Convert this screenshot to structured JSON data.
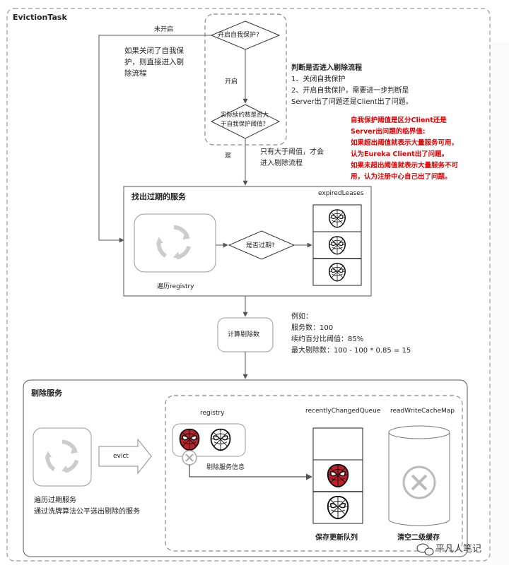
{
  "task": {
    "title": "EvictionTask"
  },
  "self_protect": {
    "decision1": "开启自我保护?",
    "not_enabled_label": "未开启",
    "enabled_label": "开启",
    "note_off_l1": "如果关闭了自我保",
    "note_off_l2": "护，则直接进入剔",
    "note_off_l3": "除流程",
    "decision2_l1": "实际续约数是否大",
    "decision2_l2": "于自我保护阈值?",
    "yes_label": "是",
    "only_above_l1": "只有大于阈值，才会",
    "only_above_l2": "进入剔除流程"
  },
  "judge": {
    "title": "判断是否进入剔除流程",
    "line1": "1、关闭自我保护",
    "line2": "2、开启自我保护，需要进一步判断是",
    "line3": "Server出了问题还是Client出了问题。"
  },
  "red_note": {
    "l1": "自我保护阈值是区分Client还是",
    "l2": "Server出问题的临界值:",
    "l3": "如果超出阈值就表示大量服务可用，",
    "l4": "认为Eureka Client出了问题。",
    "l5": "如果未超出阈值就表示大量服务不可",
    "l6": "用，认为注册中心自己出了问题。"
  },
  "find_expired": {
    "title": "找出过期的服务",
    "registry_caption": "遍历registry",
    "decision": "是否过期?",
    "list_title": "expiredLeases"
  },
  "calc": {
    "box": "计算剔除数",
    "ex_title": "例如：",
    "ex1": "服务数：100",
    "ex2": "续约百分比阈值：85%",
    "ex3": "最大剔除数：100 - 100 * 0.85 = 15"
  },
  "evict_section": {
    "title": "剔除服务",
    "evict_label": "evict",
    "caption_l1": "遍历过期服务",
    "caption_l2": "通过洗牌算法公平选出剔除的服务",
    "registry_label": "registry",
    "remove_info": "剔除服务信息",
    "queue_title": "recentlyChangedQueue",
    "cache_title": "readWriteCacheMap",
    "queue_caption": "保存更新队列",
    "cache_caption": "清空二级缓存"
  },
  "watermark": {
    "text": "平凡人笔记"
  },
  "colors": {
    "accent_red": "#e00000",
    "dashed": "#888888",
    "spider_red": "#c0202a"
  }
}
